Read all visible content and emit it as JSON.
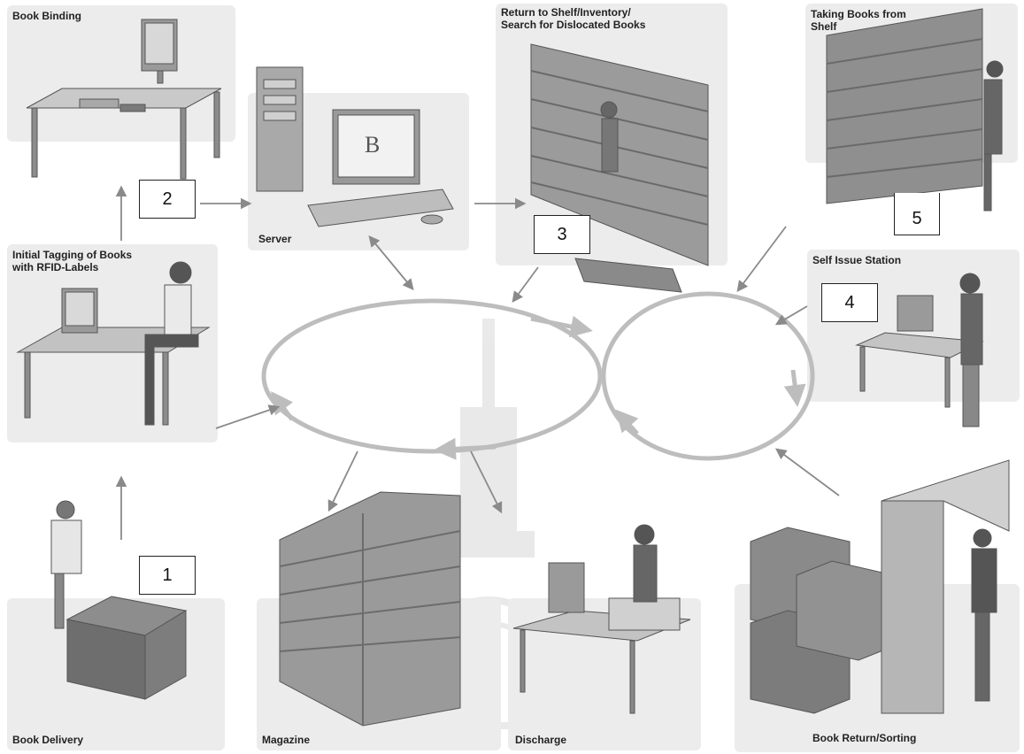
{
  "panels": {
    "book_binding": "Book Binding",
    "server": "Server",
    "server_logo": "B",
    "return_to_shelf": "Return to Shelf/Inventory/ Search for Dislocated Books",
    "taking_books": "Taking Books from Shelf",
    "initial_tagging": "Initial Tagging of Books with RFID-Labels",
    "self_issue": "Self Issue Station",
    "book_delivery": "Book Delivery",
    "magazine": "Magazine",
    "discharge": "Discharge",
    "book_return": "Book Return/Sorting"
  },
  "steps": [
    "1",
    "2",
    "3",
    "4",
    "5"
  ],
  "colors": {
    "panel": "#ececec",
    "arrow": "#8a8a8a",
    "loop": "#b8b8b8",
    "figure": "#6f6f6f"
  }
}
